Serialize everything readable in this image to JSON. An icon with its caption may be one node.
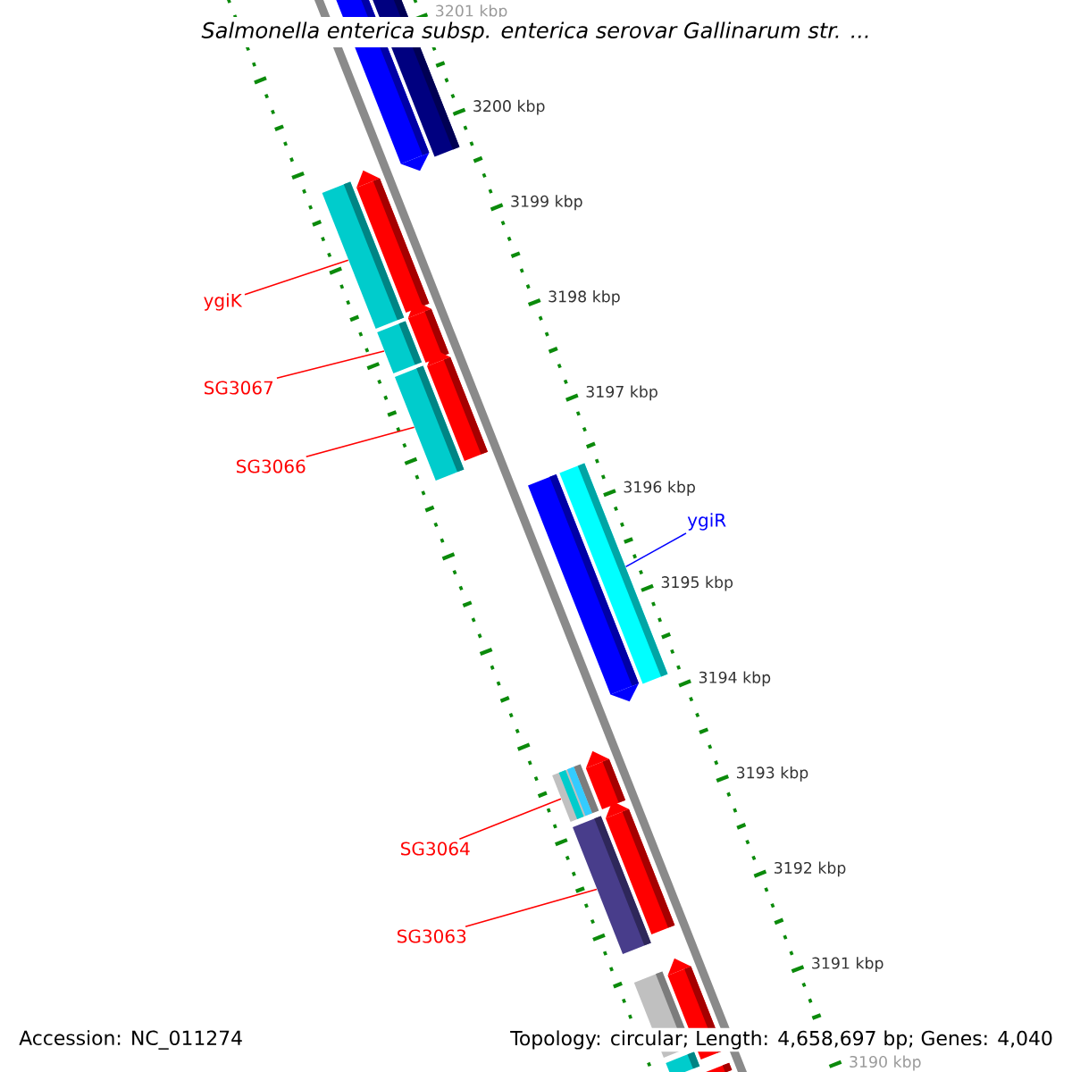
{
  "diagram": {
    "title": "Salmonella enterica subsp. enterica serovar Gallinarum str. ...",
    "nodes": [
      {
        "text": [
          "ygiK"
        ]
      },
      {
        "text": [
          "SG3067"
        ]
      },
      {
        "text": [
          "SG3066"
        ]
      },
      {
        "text": [
          "ygiR"
        ]
      },
      {
        "text": [
          "SG3064"
        ]
      },
      {
        "text": [
          "SG3063"
        ]
      },
      {
        "text": [],
        "shape": "arrow"
      },
      {
        "text": [],
        "shape": "bar"
      },
      {
        "text": [],
        "shape": "bar"
      },
      {
        "text": [],
        "shape": "arrow"
      },
      {
        "text": [],
        "shape": "bar"
      },
      {
        "text": [],
        "shape": "arrow"
      },
      {
        "text": [],
        "shape": "bar"
      },
      {
        "text": [],
        "shape": "arrow"
      },
      {
        "text": [],
        "shape": "arrow"
      },
      {
        "text": [],
        "shape": "bar"
      },
      {
        "text": [],
        "shape": "bar"
      },
      {
        "text": [],
        "shape": "arrow"
      },
      {
        "text": [],
        "shape": "bar"
      },
      {
        "text": [],
        "shape": "arrow"
      },
      {
        "text": [],
        "shape": "bar"
      },
      {
        "text": [],
        "shape": "arrow"
      },
      {
        "text": [],
        "shape": "bar"
      },
      {
        "text": [],
        "shape": "arrow"
      }
    ],
    "edges": [
      {
        "from": 0,
        "to": 8,
        "arrow": "none"
      },
      {
        "from": 1,
        "to": 10,
        "arrow": "none"
      },
      {
        "from": 2,
        "to": 12,
        "arrow": "none"
      },
      {
        "from": 3,
        "to": 15,
        "arrow": "none",
        "color": "#0000ff"
      },
      {
        "from": 4,
        "to": 16,
        "arrow": "none"
      },
      {
        "from": 5,
        "to": 18,
        "arrow": "none"
      }
    ],
    "labels": [
      "3201 kbp",
      "3200 kbp",
      "3199 kbp",
      "3198 kbp",
      "3197 kbp",
      "3196 kbp",
      "3195 kbp",
      "3194 kbp",
      "3193 kbp",
      "3192 kbp",
      "3191 kbp",
      "3190 kbp",
      "Accession: NC_011274",
      "Topology: circular; Length: 4,658,697 bp; Genes: 4,040"
    ]
  }
}
